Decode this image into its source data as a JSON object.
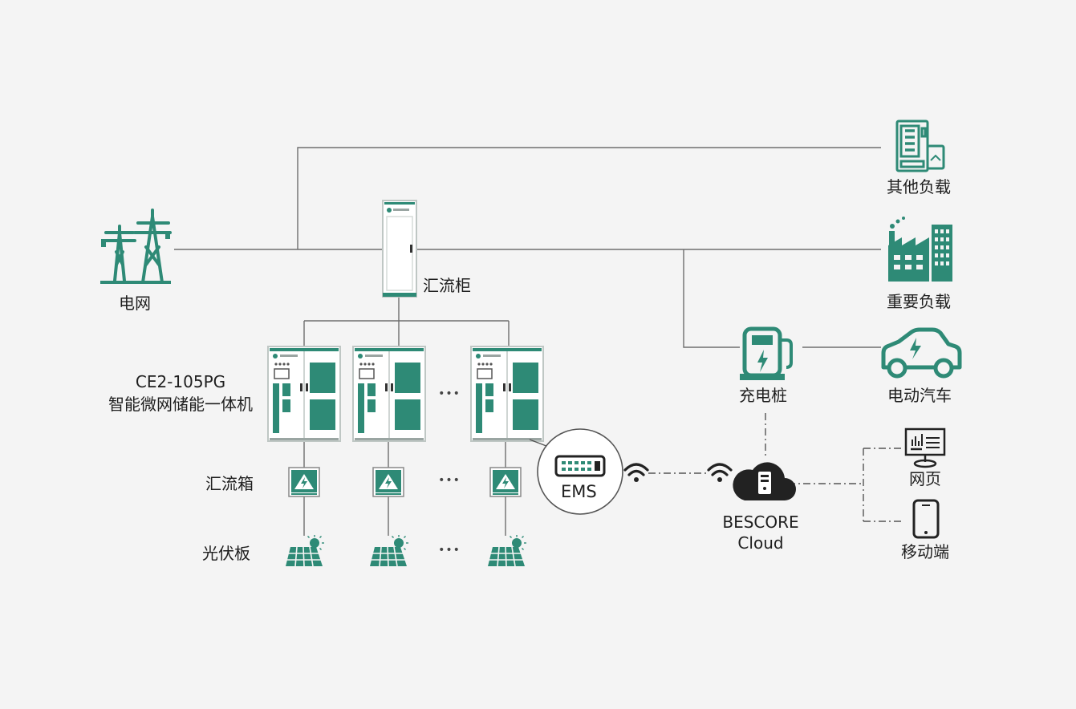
{
  "labels": {
    "grid": "电网",
    "combiner_cabinet": "汇流柜",
    "model": "CE2-105PG",
    "storage_unit": "智能微网储能一体机",
    "combiner_box": "汇流箱",
    "pv_panel": "光伏板",
    "ems": "EMS",
    "other_load": "其他负载",
    "key_load": "重要负载",
    "charging_pile": "充电桩",
    "ev": "电动汽车",
    "cloud_line1": "BESCORE",
    "cloud_line2": "Cloud",
    "web": "网页",
    "mobile": "移动端",
    "ellipsis": "•••"
  },
  "colors": {
    "accent": "#2e8a76",
    "dark_accent": "#1f6e5e",
    "line": "#6e6e6e",
    "background": "#f4f4f4"
  },
  "icons": {
    "grid": "transmission-tower-icon",
    "combiner_cabinet": "cabinet-icon",
    "storage": "energy-storage-cabinet-icon",
    "combiner_box": "high-voltage-box-icon",
    "pv": "solar-panel-icon",
    "ems": "ems-controller-icon",
    "wifi": "wifi-icon",
    "cloud": "cloud-server-icon",
    "other_load": "vending-machine-icon",
    "key_load": "factory-icon",
    "charging": "charging-station-icon",
    "ev": "electric-car-icon",
    "web": "monitor-icon",
    "mobile": "smartphone-icon"
  }
}
